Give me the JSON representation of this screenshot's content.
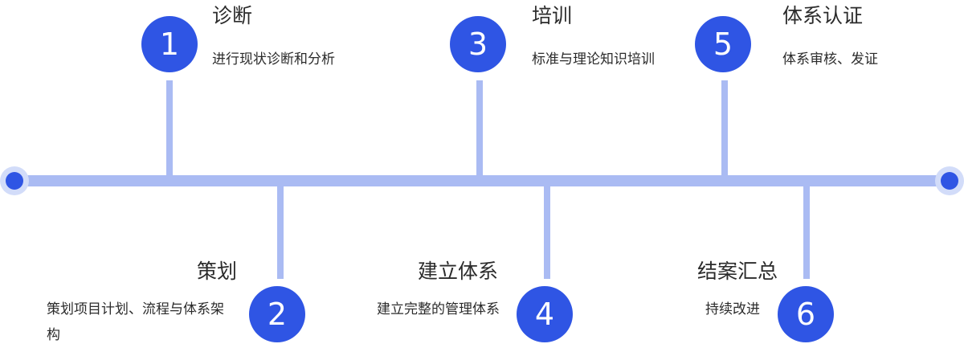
{
  "colors": {
    "accent": "#2f55e4",
    "line": "#aabbf3",
    "halo": "#d2dcf9",
    "text": "#2b2b2b"
  },
  "steps": [
    {
      "number": "1",
      "title": "诊断",
      "description": "进行现状诊断和分析"
    },
    {
      "number": "2",
      "title": "策划",
      "description": "策划项目计划、流程与体系架构"
    },
    {
      "number": "3",
      "title": "培训",
      "description": "标准与理论知识培训"
    },
    {
      "number": "4",
      "title": "建立体系",
      "description": "建立完整的管理体系"
    },
    {
      "number": "5",
      "title": "体系认证",
      "description": "体系审核、发证"
    },
    {
      "number": "6",
      "title": "结案汇总",
      "description": "持续改进"
    }
  ]
}
